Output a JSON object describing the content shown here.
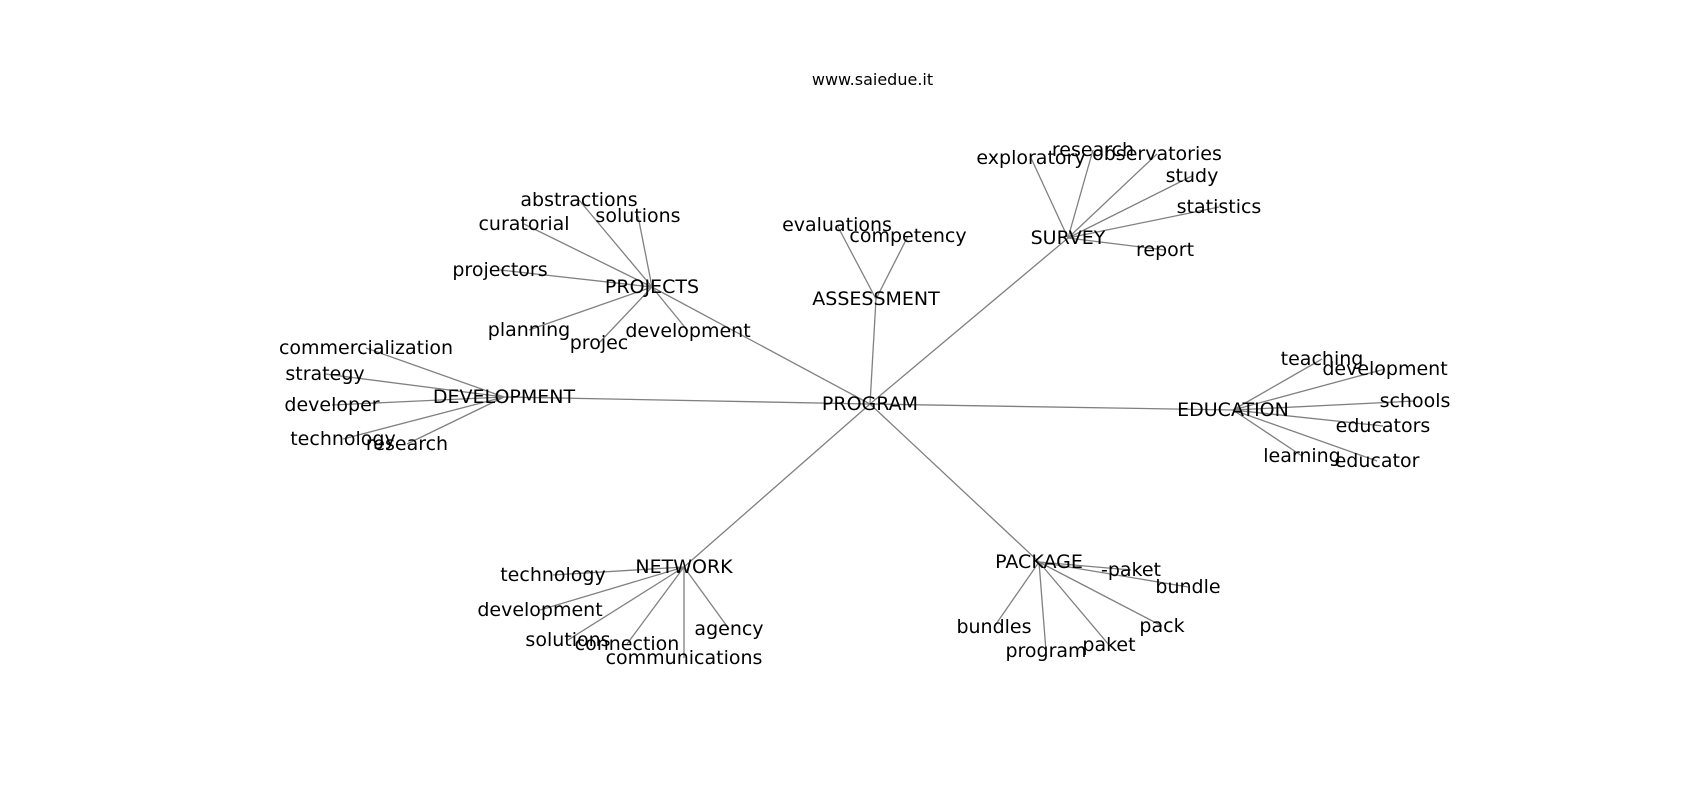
{
  "title": "www.saiedue.it",
  "root": "PROGRAM",
  "hubs": [
    {
      "id": "PROJECTS",
      "leaves": [
        "abstractions",
        "solutions",
        "curatorial",
        "projectors",
        "planning",
        "projec",
        "development"
      ]
    },
    {
      "id": "ASSESSMENT",
      "leaves": [
        "evaluations",
        "competency"
      ]
    },
    {
      "id": "SURVEY",
      "leaves": [
        "exploratory",
        "research",
        "observatories",
        "study",
        "statistics",
        "report"
      ]
    },
    {
      "id": "DEVELOPMENT",
      "leaves": [
        "commercialization",
        "strategy",
        "developer",
        "technology",
        "research"
      ]
    },
    {
      "id": "EDUCATION",
      "leaves": [
        "teaching",
        "development",
        "schools",
        "educators",
        "learning",
        "educator"
      ]
    },
    {
      "id": "NETWORK",
      "leaves": [
        "technology",
        "development",
        "solutions",
        "connection",
        "communications",
        "agency"
      ]
    },
    {
      "id": "PACKAGE",
      "leaves": [
        "-paket",
        "bundle",
        "bundles",
        "program",
        "paket",
        "pack"
      ]
    }
  ]
}
